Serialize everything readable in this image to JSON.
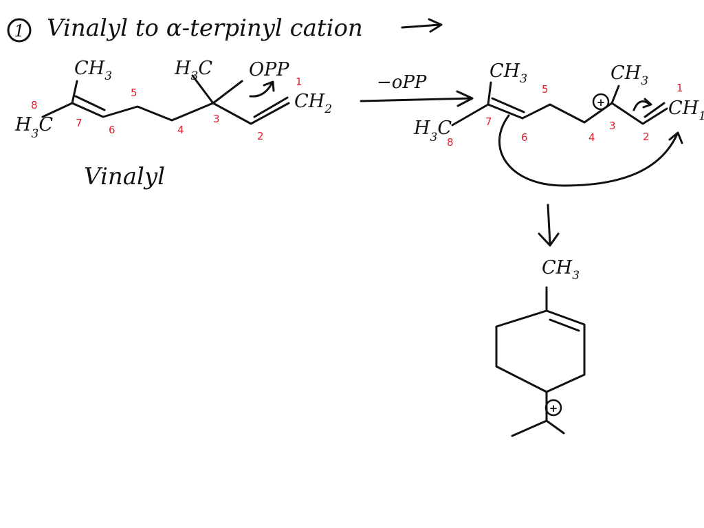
{
  "title": {
    "step_number": "1",
    "text": "Vinalyl to α-terpinyl cation"
  },
  "reactant": {
    "name": "Vinalyl",
    "groups": {
      "ch3_top": "CH",
      "ch3_top_sub": "3",
      "h3c_left": "H",
      "h3c_left_sub": "3",
      "h3c_left_c": "C",
      "h3c_mid": "H",
      "h3c_mid_sub": "3",
      "h3c_mid_c": "C",
      "opp": "OPP",
      "ch2": "CH",
      "ch2_sub": "2"
    },
    "carbon_numbers": [
      "8",
      "7",
      "6",
      "5",
      "4",
      "3",
      "2",
      "1"
    ]
  },
  "step": {
    "label": "−oPP"
  },
  "intermediate": {
    "groups": {
      "ch3_top": "CH",
      "ch3_top_sub": "3",
      "ch3_right": "CH",
      "ch3_right_sub": "3",
      "h3c_left": "H",
      "h3c_left_sub": "3",
      "h3c_left_c": "C",
      "ch1": "CH",
      "ch1_sub": "1"
    },
    "charge": "+",
    "carbon_numbers": [
      "8",
      "7",
      "6",
      "5",
      "4",
      "3",
      "2",
      "1"
    ]
  },
  "product": {
    "groups": {
      "ch3_top": "CH",
      "ch3_top_sub": "3"
    },
    "charge": "+"
  },
  "colors": {
    "ink": "#111111",
    "number_labels": "#e11d2a"
  }
}
